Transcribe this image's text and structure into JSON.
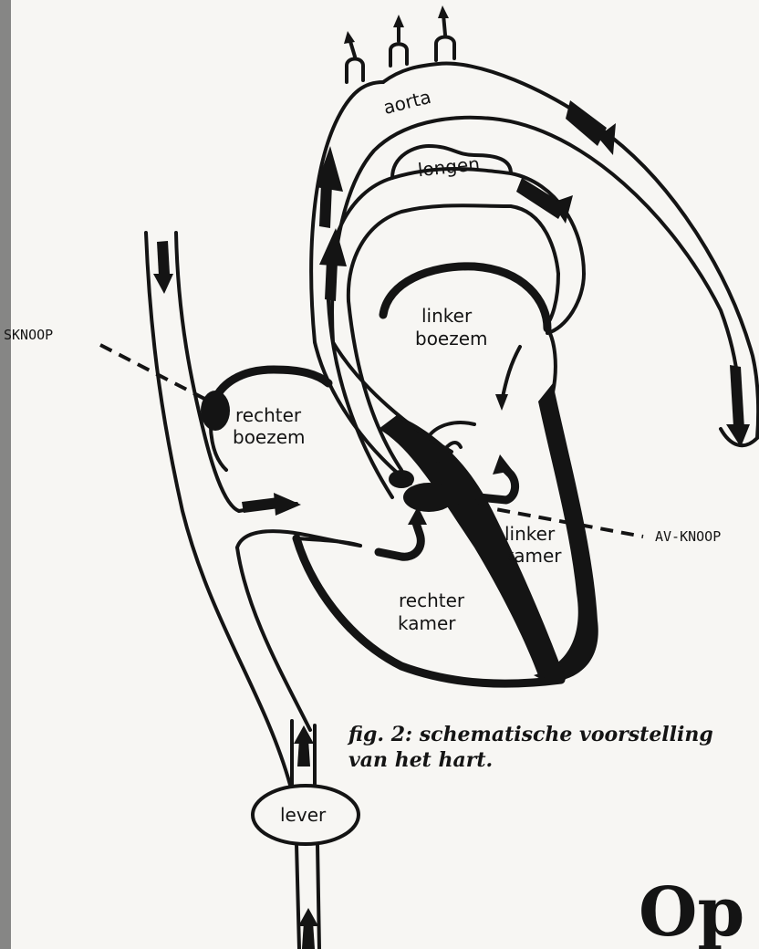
{
  "labels": {
    "aorta": "aorta",
    "longen": "longen",
    "linker_boezem_1": "linker",
    "linker_boezem_2": "boezem",
    "rechter_boezem_1": "rechter",
    "rechter_boezem_2": "boezem",
    "linker_kamer_1": "linker",
    "linker_kamer_2": "kamer",
    "rechter_kamer_1": "rechter",
    "rechter_kamer_2": "kamer",
    "lever": "lever",
    "sinusknoop": "SKNOOP",
    "av_knoop": "AV-KNOOP"
  },
  "caption": {
    "line1": "fig. 2: schematische voorstelling",
    "line2": "van het hart."
  },
  "corner_text": "Op",
  "colors": {
    "ink": "#141414",
    "paper": "#f7f6f3"
  }
}
